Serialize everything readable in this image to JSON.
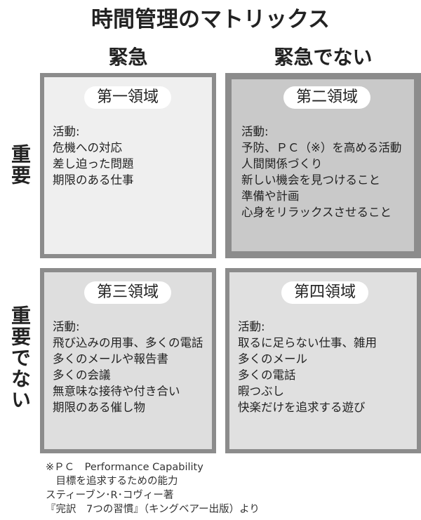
{
  "title": "時間管理のマトリックス",
  "columns": [
    "緊急",
    "緊急でない"
  ],
  "rows": [
    "重要",
    "重要でない"
  ],
  "quadrants": [
    {
      "label": "第一領域",
      "heading": "活動:",
      "items": [
        "危機への対応",
        "差し迫った問題",
        "期限のある仕事"
      ],
      "fill": "#efefef"
    },
    {
      "label": "第二領域",
      "heading": "活動:",
      "items": [
        "予防、ＰＣ（※）を高める活動",
        "人間関係づくり",
        "新しい機会を見つけること",
        "準備や計画",
        "心身をリラックスさせること"
      ],
      "fill": "#c9c9c9"
    },
    {
      "label": "第三領域",
      "heading": "活動:",
      "items": [
        "飛び込みの用事、多くの電話",
        "多くのメールや報告書",
        "多くの会議",
        "無意味な接待や付き合い",
        "期限のある催し物"
      ],
      "fill": "#dedede"
    },
    {
      "label": "第四領域",
      "heading": "活動:",
      "items": [
        "取るに足らない仕事、雑用",
        "多くのメール",
        "多くの電話",
        "暇つぶし",
        "快楽だけを追求する遊び"
      ],
      "fill": "#e0e0e0"
    }
  ],
  "footnotes": [
    "※ＰＣ　Performance Capability",
    "　目標を追求するための能力",
    "スティーブン･R･コヴィー著",
    "『完訳　7つの習慣』（キングベアー出版）より"
  ]
}
